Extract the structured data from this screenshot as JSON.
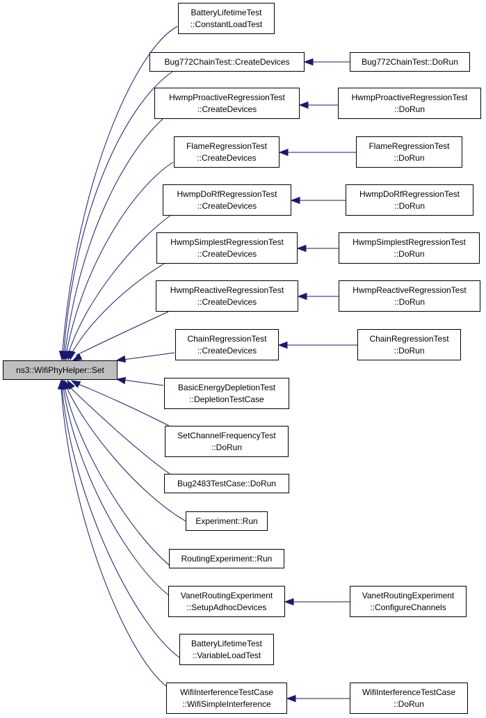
{
  "colors": {
    "edge": "#191970",
    "border": "#000000",
    "root_fill": "#bfbfbf",
    "node_fill": "#ffffff"
  },
  "root": {
    "lines": [
      "ns3::WifiPhyHelper::Set"
    ]
  },
  "callers": [
    {
      "lines": [
        "BatteryLifetimeTest",
        "::ConstantLoadTest"
      ]
    },
    {
      "lines": [
        "Bug772ChainTest::CreateDevices"
      ],
      "caller": {
        "lines": [
          "Bug772ChainTest::DoRun"
        ]
      }
    },
    {
      "lines": [
        "HwmpProactiveRegressionTest",
        "::CreateDevices"
      ],
      "caller": {
        "lines": [
          "HwmpProactiveRegressionTest",
          "::DoRun"
        ]
      }
    },
    {
      "lines": [
        "FlameRegressionTest",
        "::CreateDevices"
      ],
      "caller": {
        "lines": [
          "FlameRegressionTest",
          "::DoRun"
        ]
      }
    },
    {
      "lines": [
        "HwmpDoRfRegressionTest",
        "::CreateDevices"
      ],
      "caller": {
        "lines": [
          "HwmpDoRfRegressionTest",
          "::DoRun"
        ]
      }
    },
    {
      "lines": [
        "HwmpSimplestRegressionTest",
        "::CreateDevices"
      ],
      "caller": {
        "lines": [
          "HwmpSimplestRegressionTest",
          "::DoRun"
        ]
      }
    },
    {
      "lines": [
        "HwmpReactiveRegressionTest",
        "::CreateDevices"
      ],
      "caller": {
        "lines": [
          "HwmpReactiveRegressionTest",
          "::DoRun"
        ]
      }
    },
    {
      "lines": [
        "ChainRegressionTest",
        "::CreateDevices"
      ],
      "caller": {
        "lines": [
          "ChainRegressionTest",
          "::DoRun"
        ]
      }
    },
    {
      "lines": [
        "BasicEnergyDepletionTest",
        "::DepletionTestCase"
      ]
    },
    {
      "lines": [
        "SetChannelFrequencyTest",
        "::DoRun"
      ]
    },
    {
      "lines": [
        "Bug2483TestCase::DoRun"
      ]
    },
    {
      "lines": [
        "Experiment::Run"
      ]
    },
    {
      "lines": [
        "RoutingExperiment::Run"
      ]
    },
    {
      "lines": [
        "VanetRoutingExperiment",
        "::SetupAdhocDevices"
      ],
      "caller": {
        "lines": [
          "VanetRoutingExperiment",
          "::ConfigureChannels"
        ]
      }
    },
    {
      "lines": [
        "BatteryLifetimeTest",
        "::VariableLoadTest"
      ]
    },
    {
      "lines": [
        "WifiInterferenceTestCase",
        "::WifiSimpleInterference"
      ],
      "caller": {
        "lines": [
          "WifiInterferenceTestCase",
          "::DoRun"
        ]
      }
    }
  ]
}
